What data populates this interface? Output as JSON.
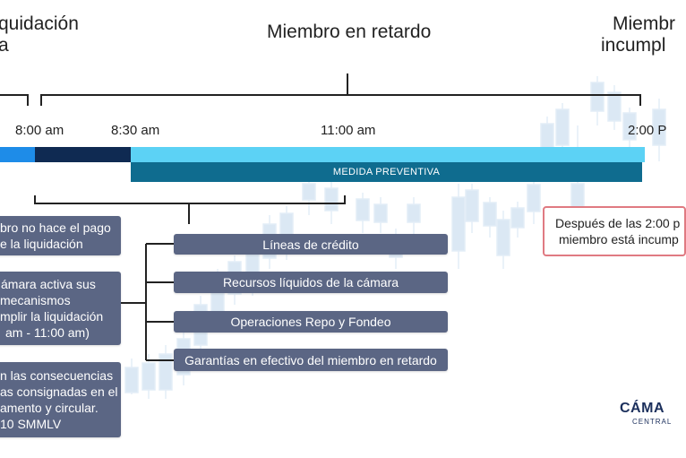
{
  "headings": {
    "left_line1": "quidación",
    "left_line2": "a",
    "center": "Miembro en retardo",
    "right_line1": "Miembr",
    "right_line2": "incumpl"
  },
  "times": [
    "8:00 am",
    "8:30 am",
    "11:00 am",
    "2:00 P"
  ],
  "preventive_label": "MEDIDA PREVENTIVA",
  "left_boxes": [
    {
      "lines": [
        "bro no hace el pago",
        "e la liquidación"
      ]
    },
    {
      "lines": [
        "ámara activa sus",
        "mecanismos",
        "mplir la liquidación",
        "am - 11:00 am)"
      ]
    },
    {
      "lines": [
        "n las consecuencias",
        "as consignadas en el",
        "amento y circular.",
        "10 SMMLV"
      ]
    }
  ],
  "mechanisms": [
    "Líneas de crédito",
    "Recursos líquidos de la cámara",
    "Operaciones Repo y Fondeo",
    "Garantías en efectivo del miembro en retardo"
  ],
  "note_lines": [
    "Después de las 2:00 p",
    "miembro está incump"
  ],
  "logo": {
    "main": "CÁMA",
    "sub": "CENTRAL"
  },
  "colors": {
    "bar_blue": "#1e8ce8",
    "bar_dark": "#0f2a52",
    "bar_light": "#5cd2f5",
    "preventive": "#0f6c8f",
    "box": "#5b6684",
    "note_border": "#e07a82"
  }
}
